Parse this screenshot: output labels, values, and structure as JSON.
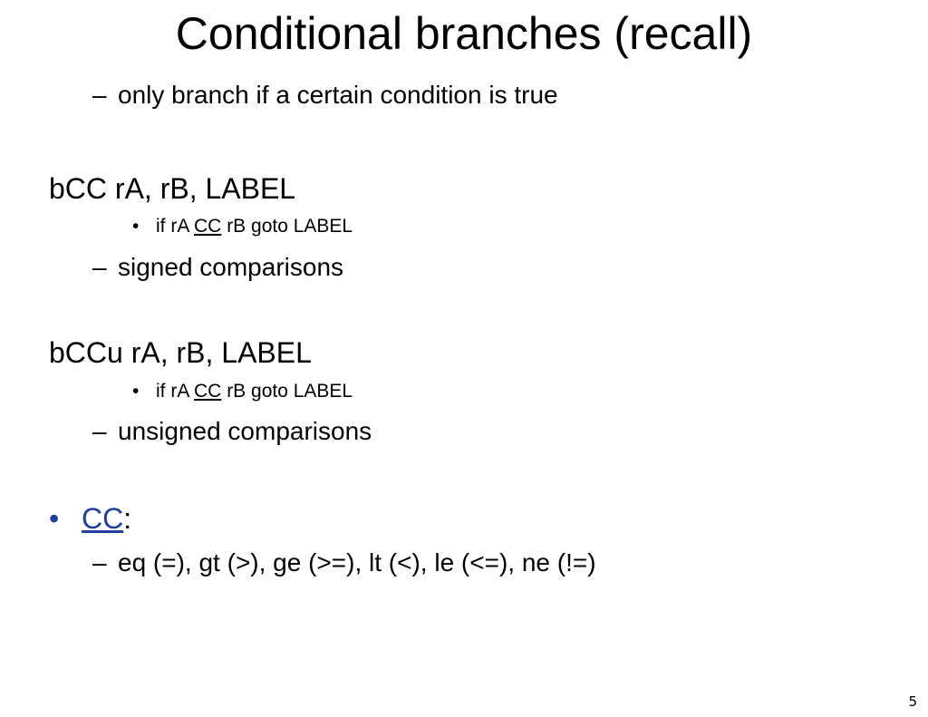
{
  "slide": {
    "title": "Conditional branches (recall)",
    "intro_dash": "–",
    "intro_text": "only branch if a certain condition is true",
    "signed": {
      "command": "bCC  rA, rB, LABEL",
      "bullet": "•",
      "desc_prefix": "if rA ",
      "desc_cc": "CC",
      "desc_suffix": " rB goto LABEL",
      "note_dash": "–",
      "note": "signed comparisons"
    },
    "unsigned": {
      "command": "bCCu rA, rB, LABEL",
      "bullet": "•",
      "desc_prefix": "if rA ",
      "desc_cc": "CC",
      "desc_suffix": " rB goto LABEL",
      "note_dash": "–",
      "note": "unsigned comparisons"
    },
    "cc": {
      "bullet": "•",
      "link_text": "CC",
      "colon": ":",
      "dash": "–",
      "values": "eq (=), gt (>), ge (>=), lt (<), le (<=), ne (!=)"
    },
    "slide_number": "5",
    "colors": {
      "link": "#1f3f9e",
      "text": "#000000",
      "background": "#ffffff"
    }
  }
}
